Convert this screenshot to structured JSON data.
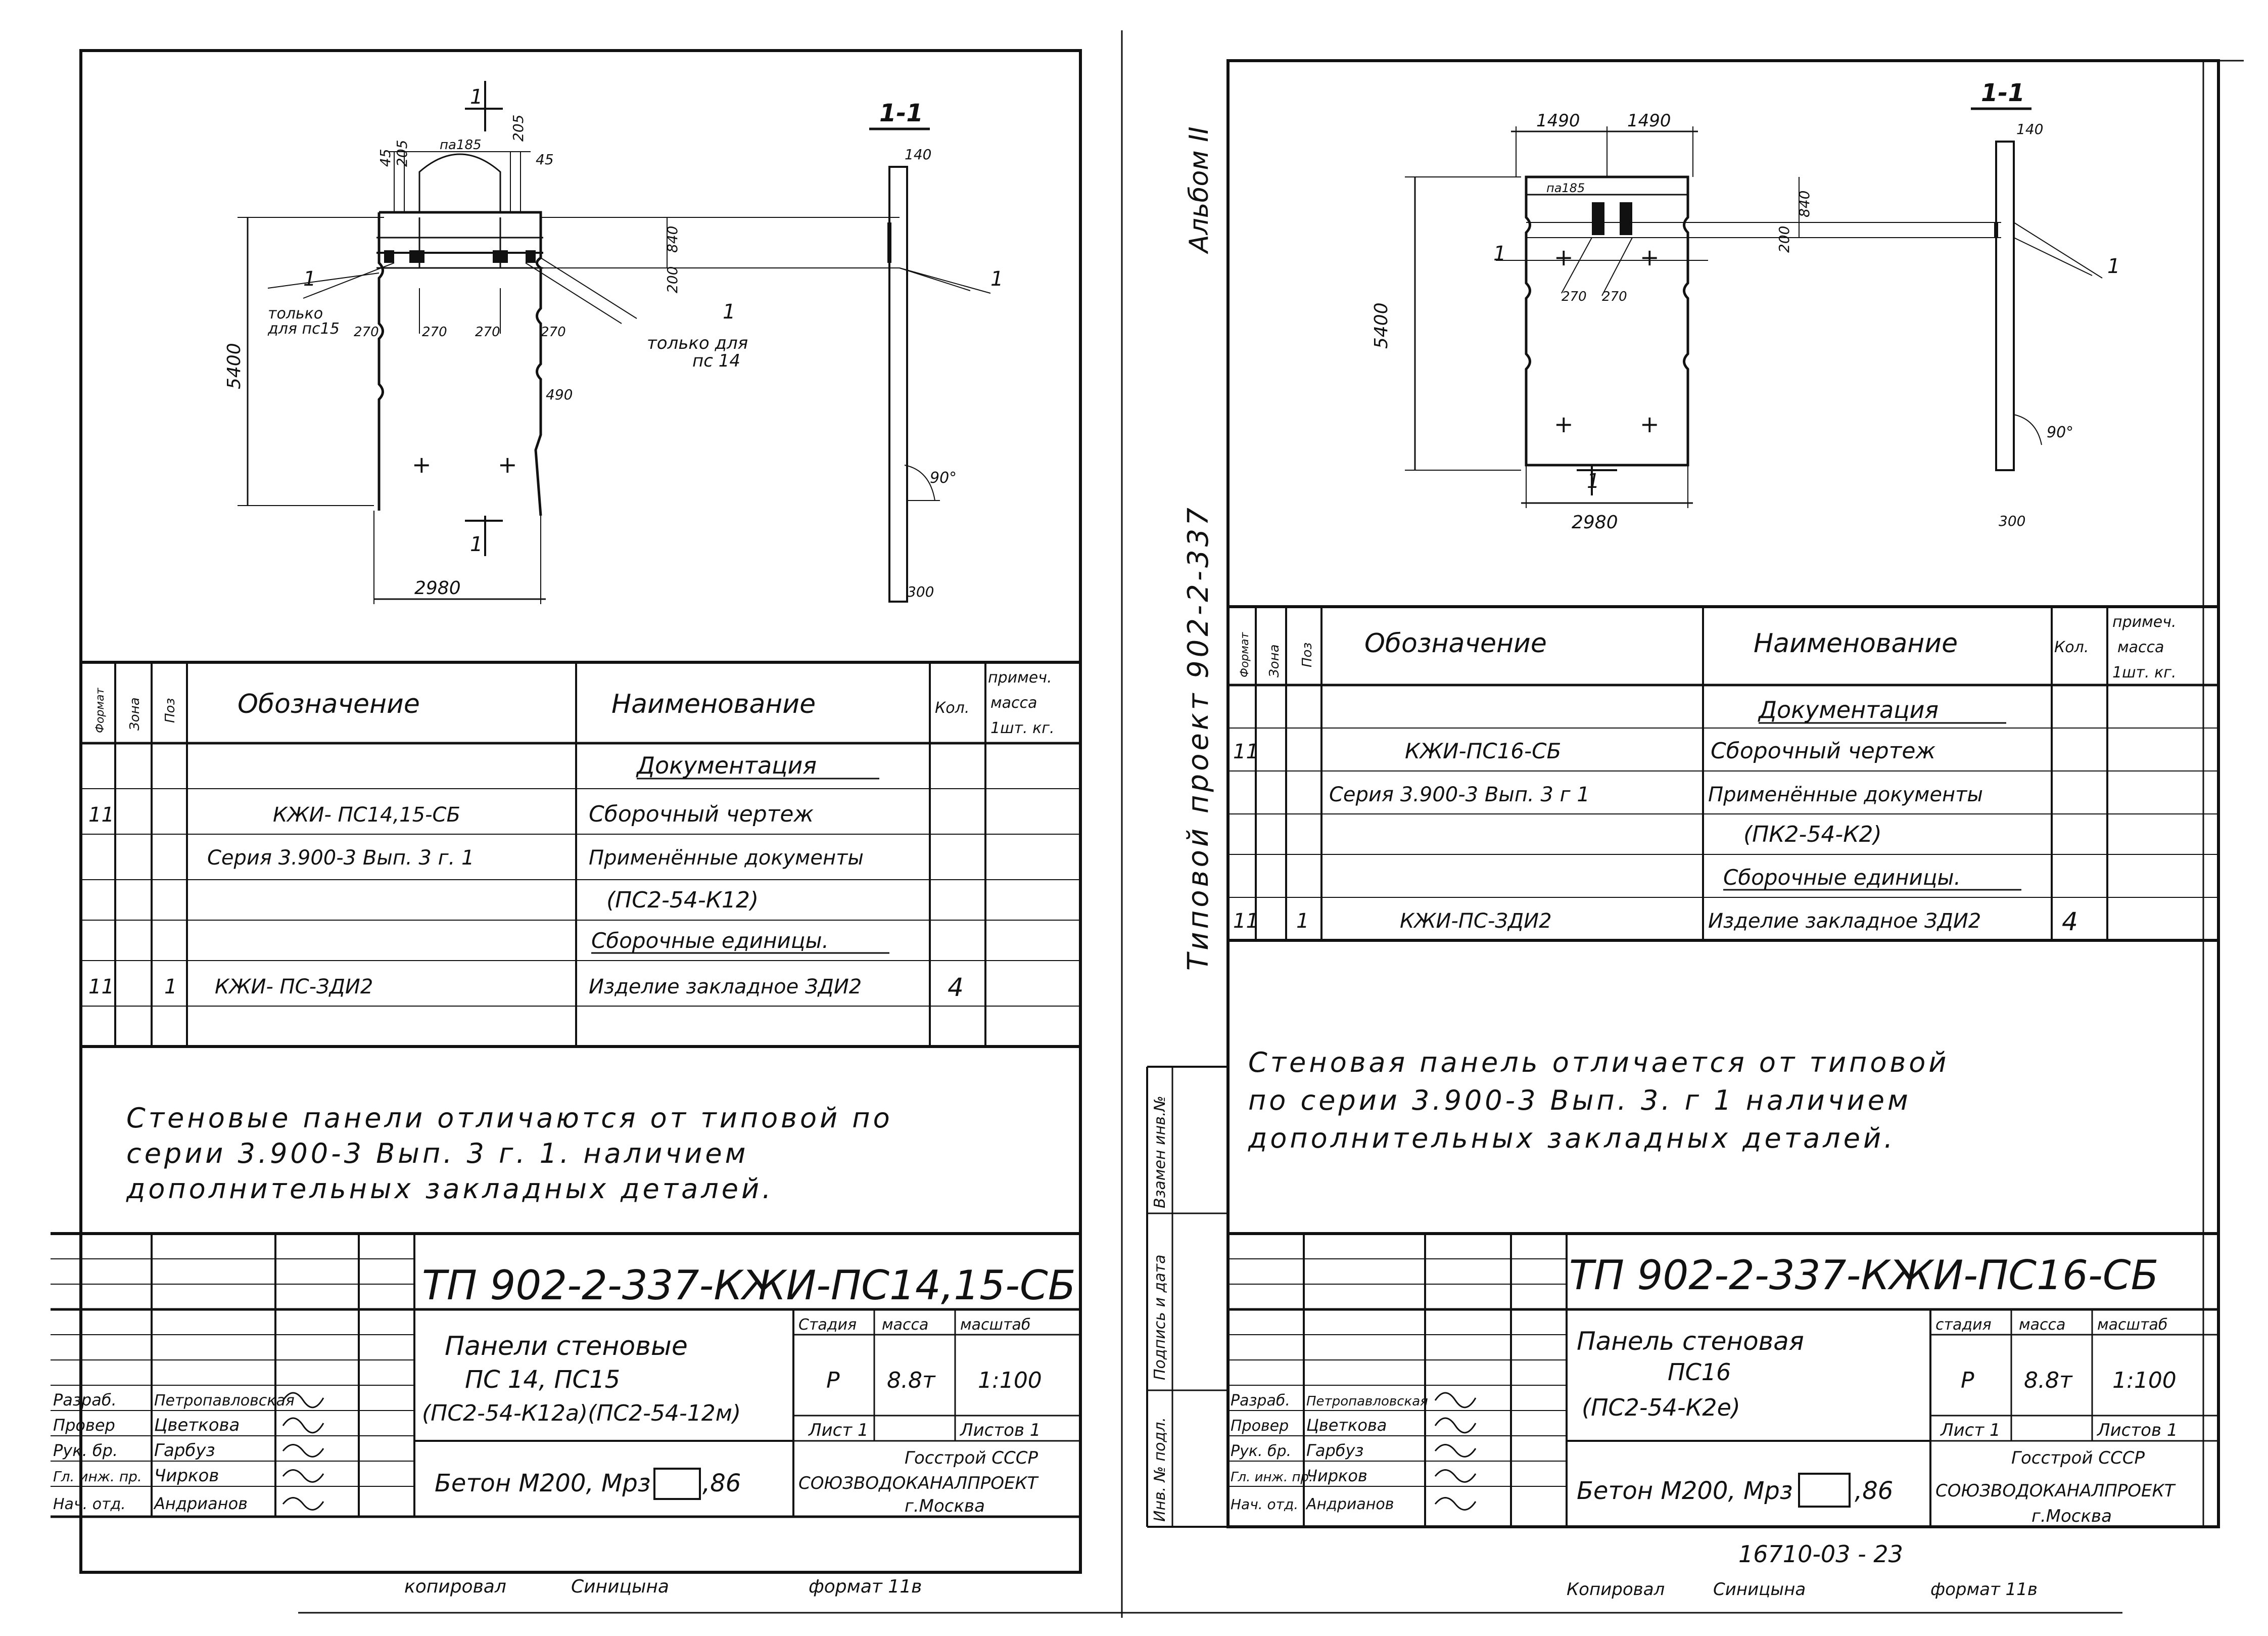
{
  "left_sheet": {
    "section_label": "1-1",
    "section_mark": "1",
    "dims": {
      "d45a": "45",
      "d205a": "205",
      "d205b": "205",
      "d45b": "45",
      "d_pa185": "па185",
      "d840": "840",
      "d200": "200",
      "d5400": "5400",
      "d2980": "2980",
      "d270a": "270",
      "d270b": "270",
      "d270c": "270",
      "d270d": "270",
      "d490": "490",
      "d140": "140",
      "d300": "300",
      "angle": "90°"
    },
    "note_left": [
      "только",
      "для пс15"
    ],
    "note_right": [
      "только для",
      "пс 14"
    ],
    "table": {
      "headers": {
        "format": "Формат",
        "zone": "Зона",
        "pos": "Поз",
        "designation": "Обозначение",
        "name": "Наименование",
        "qty": "Кол.",
        "note": [
          "примеч.",
          "масса",
          "1шт. кг."
        ]
      },
      "section_doc": "Документация",
      "row1": {
        "format": "11",
        "designation": "КЖИ- ПС14,15-СБ",
        "name": "Сборочный чертеж"
      },
      "row2": {
        "designation": "Серия 3.900-3 Вып. 3 г. 1",
        "name": "Применённые документы"
      },
      "row3": {
        "name": "(ПС2-54-К12)"
      },
      "section_units": "Сборочные единицы.",
      "row4": {
        "format": "11",
        "pos": "1",
        "designation": "КЖИ- ПС-ЗДИ2",
        "name": "Изделие закладное ЗДИ2",
        "qty": "4"
      }
    },
    "note": [
      "Стеновые панели отличаются от типовой по",
      "серии 3.900-3 Вып. 3 г. 1. наличием",
      "дополнительных закладных деталей."
    ],
    "title_block": {
      "code": "ТП 902-2-337-КЖИ-ПС14,15-СБ",
      "item_name": [
        "Панели стеновые",
        "ПС 14, ПС15",
        "(ПС2-54-К12а)(ПС2-54-12м)"
      ],
      "material": "Бетон М200, Мрз",
      "material_tail": ",86",
      "stage_label": "Стадия",
      "mass_label": "масса",
      "scale_label": "масштаб",
      "stage": "Р",
      "mass": "8.8т",
      "scale": "1:100",
      "sheet": "Лист 1",
      "sheets": "Листов 1",
      "org1": "Госстрой СССР",
      "org2": "СОЮЗВОДОКАНАЛПРОЕКТ",
      "org3": "г.Москва",
      "roles": [
        {
          "role": "Разраб.",
          "name": "Петропавловская"
        },
        {
          "role": "Провер",
          "name": "Цветкова"
        },
        {
          "role": "Рук. бр.",
          "name": "Гарбуз"
        },
        {
          "role": "Гл. инж. пр.",
          "name": "Чирков"
        },
        {
          "role": "Нач. отд.",
          "name": "Андрианов"
        }
      ]
    },
    "footer": {
      "copied": "копировал",
      "copier": "Синицына",
      "format": "формат 11в"
    }
  },
  "right_sheet": {
    "section_label": "1-1",
    "section_mark": "1",
    "dims": {
      "d1490a": "1490",
      "d1490b": "1490",
      "d_pa185": "па185",
      "d840": "840",
      "d200": "200",
      "d5400": "5400",
      "d2980": "2980",
      "d270a": "270",
      "d270b": "270",
      "d140": "140",
      "d300": "300",
      "angle": "90°"
    },
    "side_text_album": "Альбом II",
    "side_text_project": "Типовой проект 902-2-337",
    "side_cols": [
      "Инв. № подл.",
      "Подпись и дата",
      "Взамен инв.№"
    ],
    "table": {
      "headers": {
        "format": "Формат",
        "zone": "Зона",
        "pos": "Поз",
        "designation": "Обозначение",
        "name": "Наименование",
        "qty": "Кол.",
        "note": [
          "примеч.",
          "масса",
          "1шт. кг."
        ]
      },
      "section_doc": "Документация",
      "row1": {
        "format": "11",
        "designation": "КЖИ-ПС16-СБ",
        "name": "Сборочный чертеж"
      },
      "row2": {
        "designation": "Серия 3.900-3 Вып. 3 г 1",
        "name": "Применённые документы"
      },
      "row3": {
        "name": "(ПК2-54-К2)"
      },
      "section_units": "Сборочные единицы.",
      "row4": {
        "format": "11",
        "pos": "1",
        "designation": "КЖИ-ПС-ЗДИ2",
        "name": "Изделие закладное ЗДИ2",
        "qty": "4"
      }
    },
    "note": [
      "Стеновая панель отличается от типовой",
      "по серии 3.900-3 Вып. 3. г 1 наличием",
      "дополнительных закладных деталей."
    ],
    "title_block": {
      "code": "ТП 902-2-337-КЖИ-ПС16-СБ",
      "item_name": [
        "Панель стеновая",
        "ПС16",
        "(ПС2-54-К2е)"
      ],
      "material": "Бетон М200, Мрз",
      "material_tail": ",86",
      "stage_label": "стадия",
      "mass_label": "масса",
      "scale_label": "масштаб",
      "stage": "Р",
      "mass": "8.8т",
      "scale": "1:100",
      "sheet": "Лист 1",
      "sheets": "Листов 1",
      "org1": "Госстрой СССР",
      "org2": "СОЮЗВОДОКАНАЛПРОЕКТ",
      "org3": "г.Москва",
      "roles": [
        {
          "role": "Разраб.",
          "name": "Петропавловская"
        },
        {
          "role": "Провер",
          "name": "Цветкова"
        },
        {
          "role": "Рук. бр.",
          "name": "Гарбуз"
        },
        {
          "role": "Гл. инж. пр.",
          "name": "Чирков"
        },
        {
          "role": "Нач. отд.",
          "name": "Андрианов"
        }
      ]
    },
    "stamp_number": "16710-03 - 23",
    "footer": {
      "copied": "Копировал",
      "copier": "Синицына",
      "format": "формат 11в"
    }
  }
}
